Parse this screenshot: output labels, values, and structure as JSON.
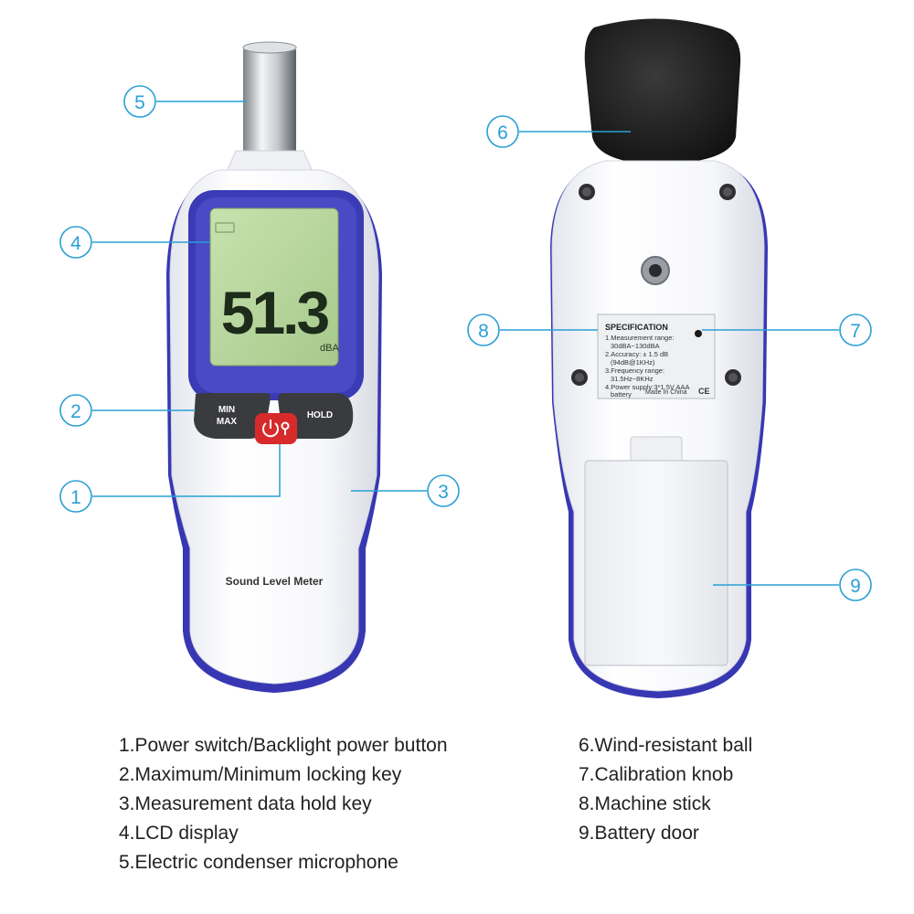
{
  "front_device": {
    "reading": "51.3",
    "unit": "dBA",
    "buttons": {
      "min_line1": "MIN",
      "min_line2": "MAX",
      "hold": "HOLD"
    },
    "label": "Sound Level Meter"
  },
  "back_device": {
    "spec_title": "SPECIFICATION",
    "spec_lines": [
      "1.Measurement range:",
      "30dBA~130dBA",
      "2.Accuracy: ± 1.5 dB",
      "(94dB@1KHz)",
      "3.Frequency range:",
      "31.5Hz~8KHz",
      "4.Power supply:3*1.5V AAA",
      "battery"
    ],
    "made_in": "Made In China",
    "ce_mark": "CE"
  },
  "callouts": [
    "1",
    "2",
    "3",
    "4",
    "5",
    "6",
    "7",
    "8",
    "9"
  ],
  "legend": {
    "left": [
      "1.Power switch/Backlight power button",
      "2.Maximum/Minimum locking key",
      "3.Measurement data hold key",
      "4.LCD display",
      "5.Electric condenser microphone"
    ],
    "right": [
      "6.Wind-resistant ball",
      "7.Calibration knob",
      "8.Machine stick",
      "9.Battery door"
    ]
  },
  "colors": {
    "callout": "#2a9fd6",
    "device_blue": "#3a3ab8",
    "lcd_green": "#b5d59a",
    "power_red": "#d42a2a"
  }
}
